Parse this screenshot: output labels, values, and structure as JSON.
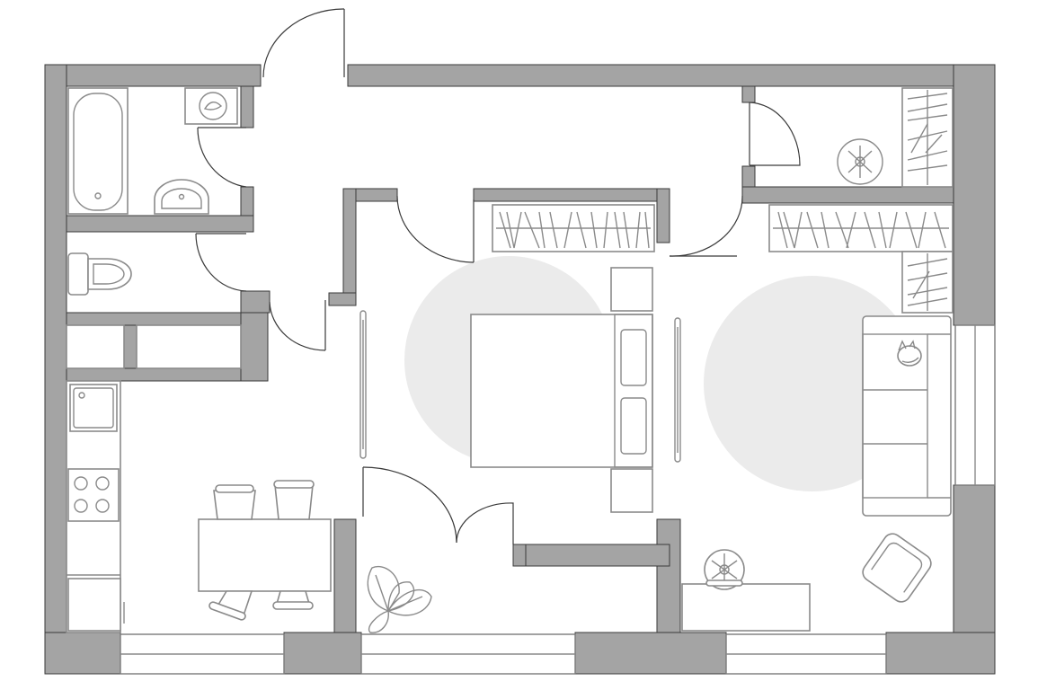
{
  "plan": {
    "colors": {
      "wall": "#a4a4a4",
      "outline": "#3a3a3a",
      "furniture": "#8a8a8a",
      "activity_zone": "#ebebeb",
      "background": "#ffffff"
    },
    "rooms": [
      "bathroom",
      "toilet",
      "storage",
      "kitchen",
      "hallway",
      "bedroom",
      "living-room",
      "wardrobe-closet"
    ],
    "icons": [
      "bathtub-icon",
      "washing-machine-icon",
      "sink-icon",
      "toilet-icon",
      "stove-icon",
      "kitchen-sink-icon",
      "dining-table-icon",
      "chair-icon",
      "double-bed-icon",
      "nightstand-icon",
      "wardrobe-icon",
      "sofa-icon",
      "armchair-icon",
      "desk-icon",
      "office-chair-icon",
      "houseplant-icon",
      "cat-icon",
      "ceiling-lamp-icon",
      "door-swing-icon",
      "sliding-door-icon",
      "window-icon"
    ]
  }
}
